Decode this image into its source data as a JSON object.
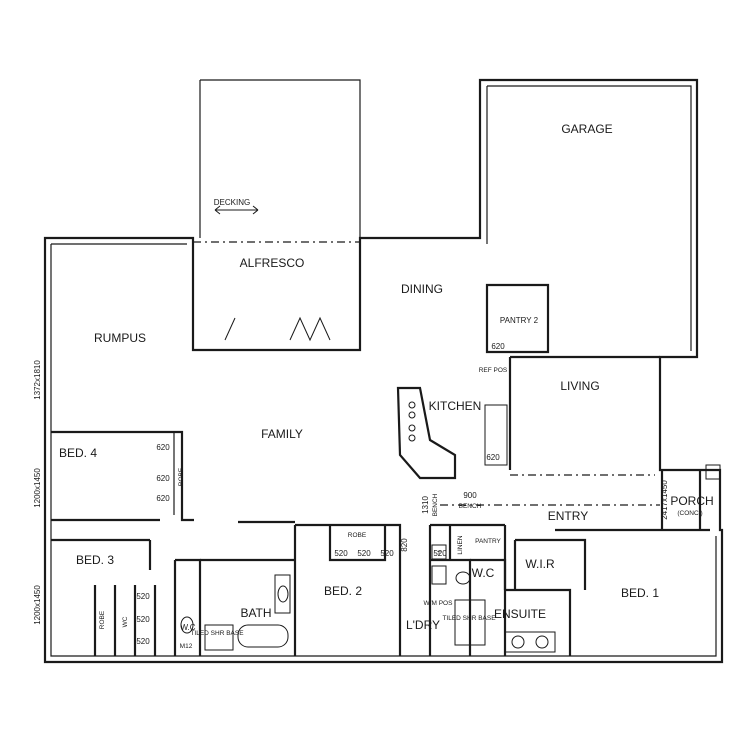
{
  "rooms": {
    "garage": "GARAGE",
    "decking": "DECKING",
    "alfresco": "ALFRESCO",
    "dining": "DINING",
    "pantry2": "PANTRY 2",
    "rumpus": "RUMPUS",
    "kitchen": "KITCHEN",
    "living": "LIVING",
    "family": "FAMILY",
    "bed4": "BED. 4",
    "porch": "PORCH",
    "porch_sub": "(CONC.)",
    "entry": "ENTRY",
    "bed3": "BED. 3",
    "bed2": "BED. 2",
    "bath": "BATH",
    "wc_left": "W.C",
    "ldry": "L'DRY",
    "wc_right": "W.C",
    "wir": "W.I.R",
    "ensuite": "ENSUITE",
    "bed1": "BED. 1",
    "robe_bed2": "ROBE",
    "robe_bed4": "ROBE",
    "robe_bed3": "ROBE",
    "wc_closet": "WC",
    "linen": "LINEN",
    "pantry": "PANTRY",
    "bench": "BENCH",
    "wm_pos": "W/M POS",
    "tiled_shr_left": "TILED SHR BASE",
    "tiled_shr_right": "TILED SHR BASE",
    "ref_pos": "REF POS",
    "tub": "T"
  },
  "dimensions": {
    "d620_pantry": "620",
    "d620_kitchen": "620",
    "d620_bed4_a": "620",
    "d620_bed4_b": "620",
    "d620_bed4_c": "620",
    "d520_bed2_a": "520",
    "d520_bed2_b": "520",
    "d520_bed2_c": "520",
    "d520_bed3_a": "520",
    "d520_bed3_b": "520",
    "d520_bed3_c": "520",
    "d520_ldry": "520",
    "d820": "820",
    "d900": "900",
    "d1310": "1310",
    "d1372": "1372x1810",
    "d1200_a": "1200x1450",
    "d1200_b": "1200x1450",
    "d2417": "2417x1450",
    "dm12": "M12"
  }
}
